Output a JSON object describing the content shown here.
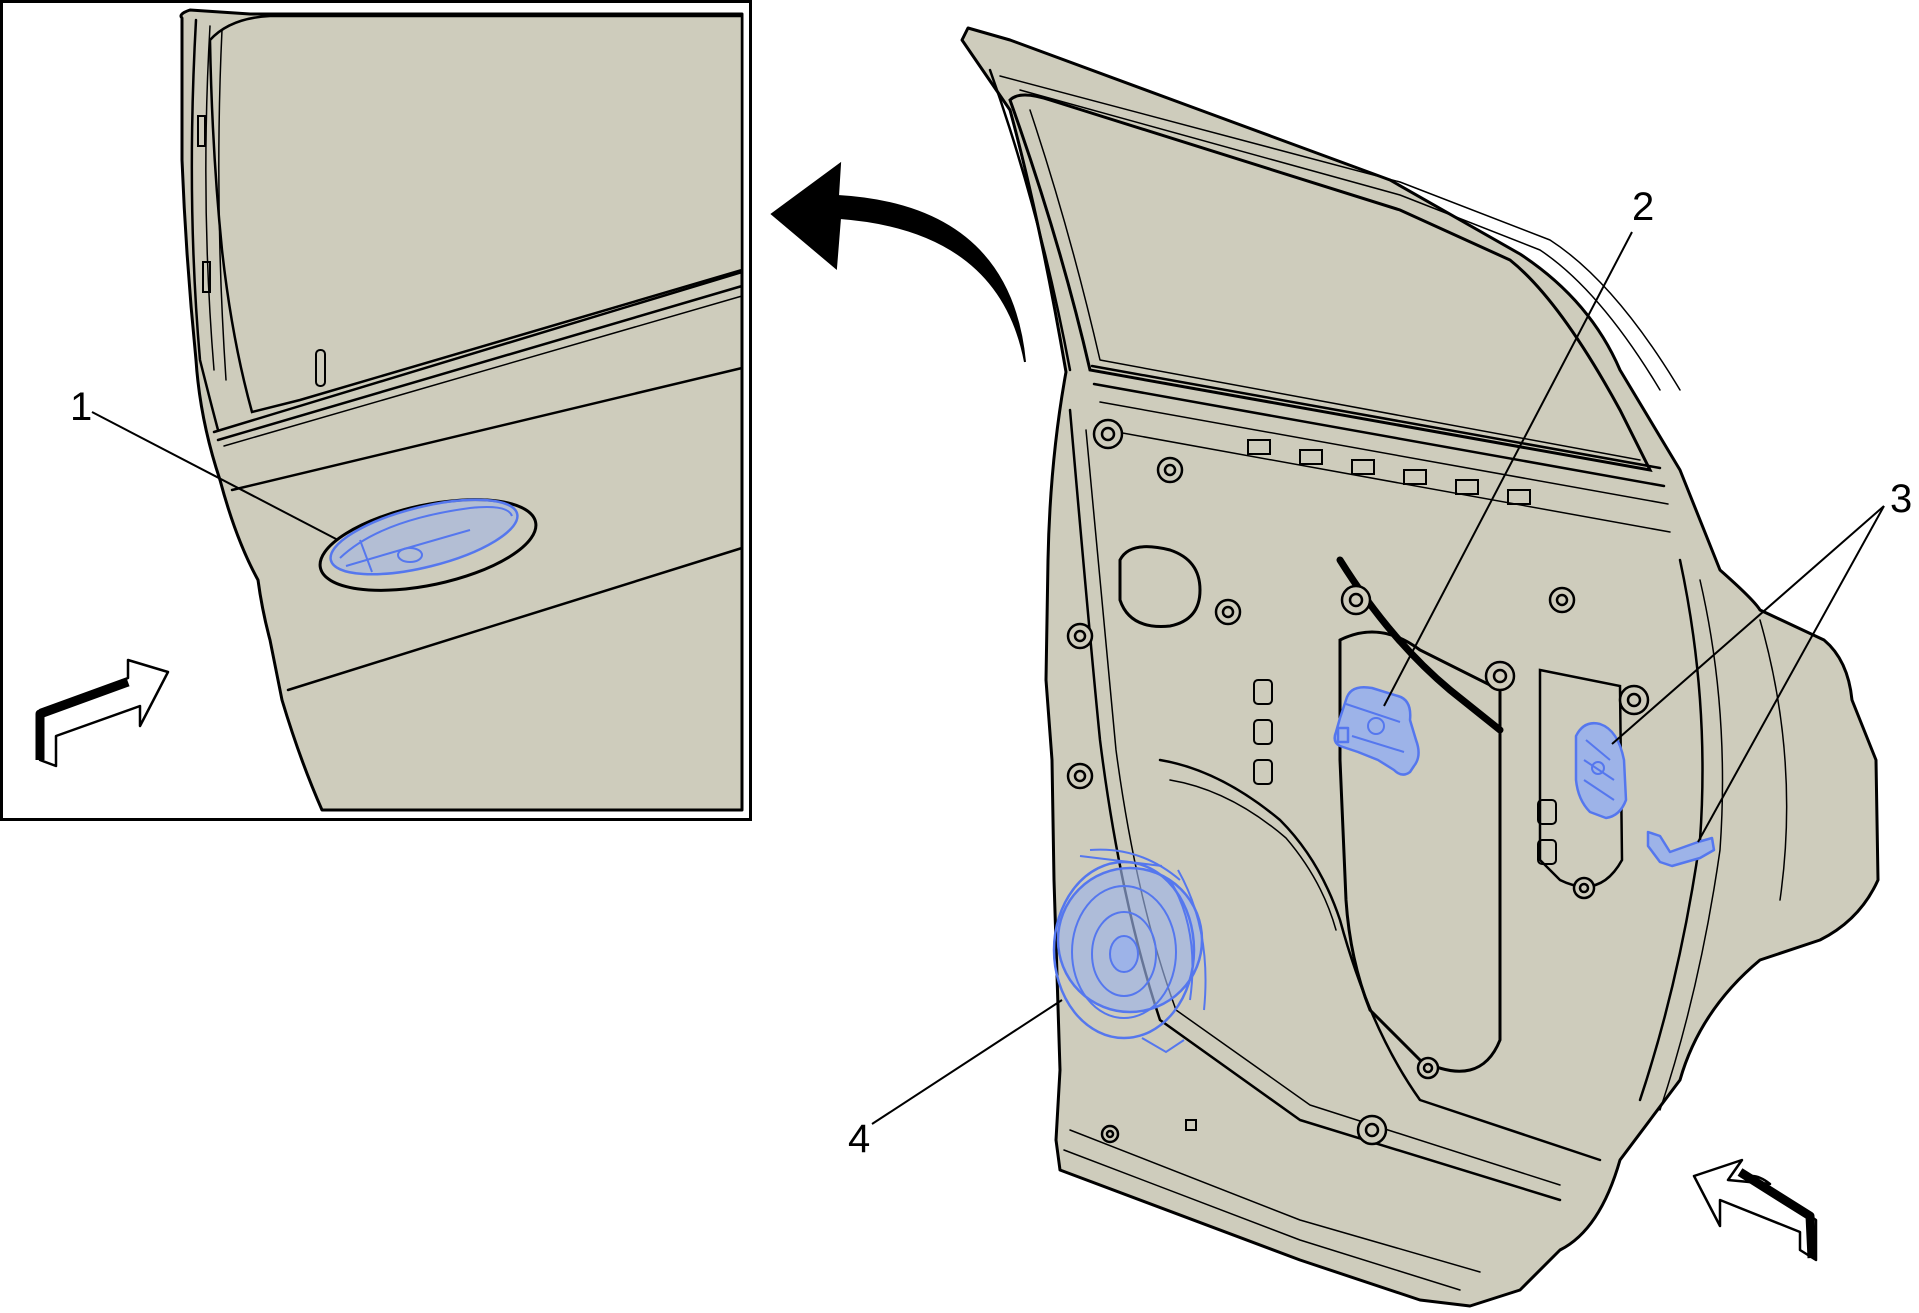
{
  "callouts": {
    "c1": "1",
    "c2": "2",
    "c3": "3",
    "c4": "4"
  },
  "colors": {
    "panel": "#ceccbc",
    "highlight": "#5577ee",
    "outline": "#000000"
  },
  "icons": {
    "inset_arrow": "view-direction-arrow-icon",
    "main_arrow": "view-direction-arrow-icon",
    "curved_arrow": "curved-arrow-icon"
  }
}
